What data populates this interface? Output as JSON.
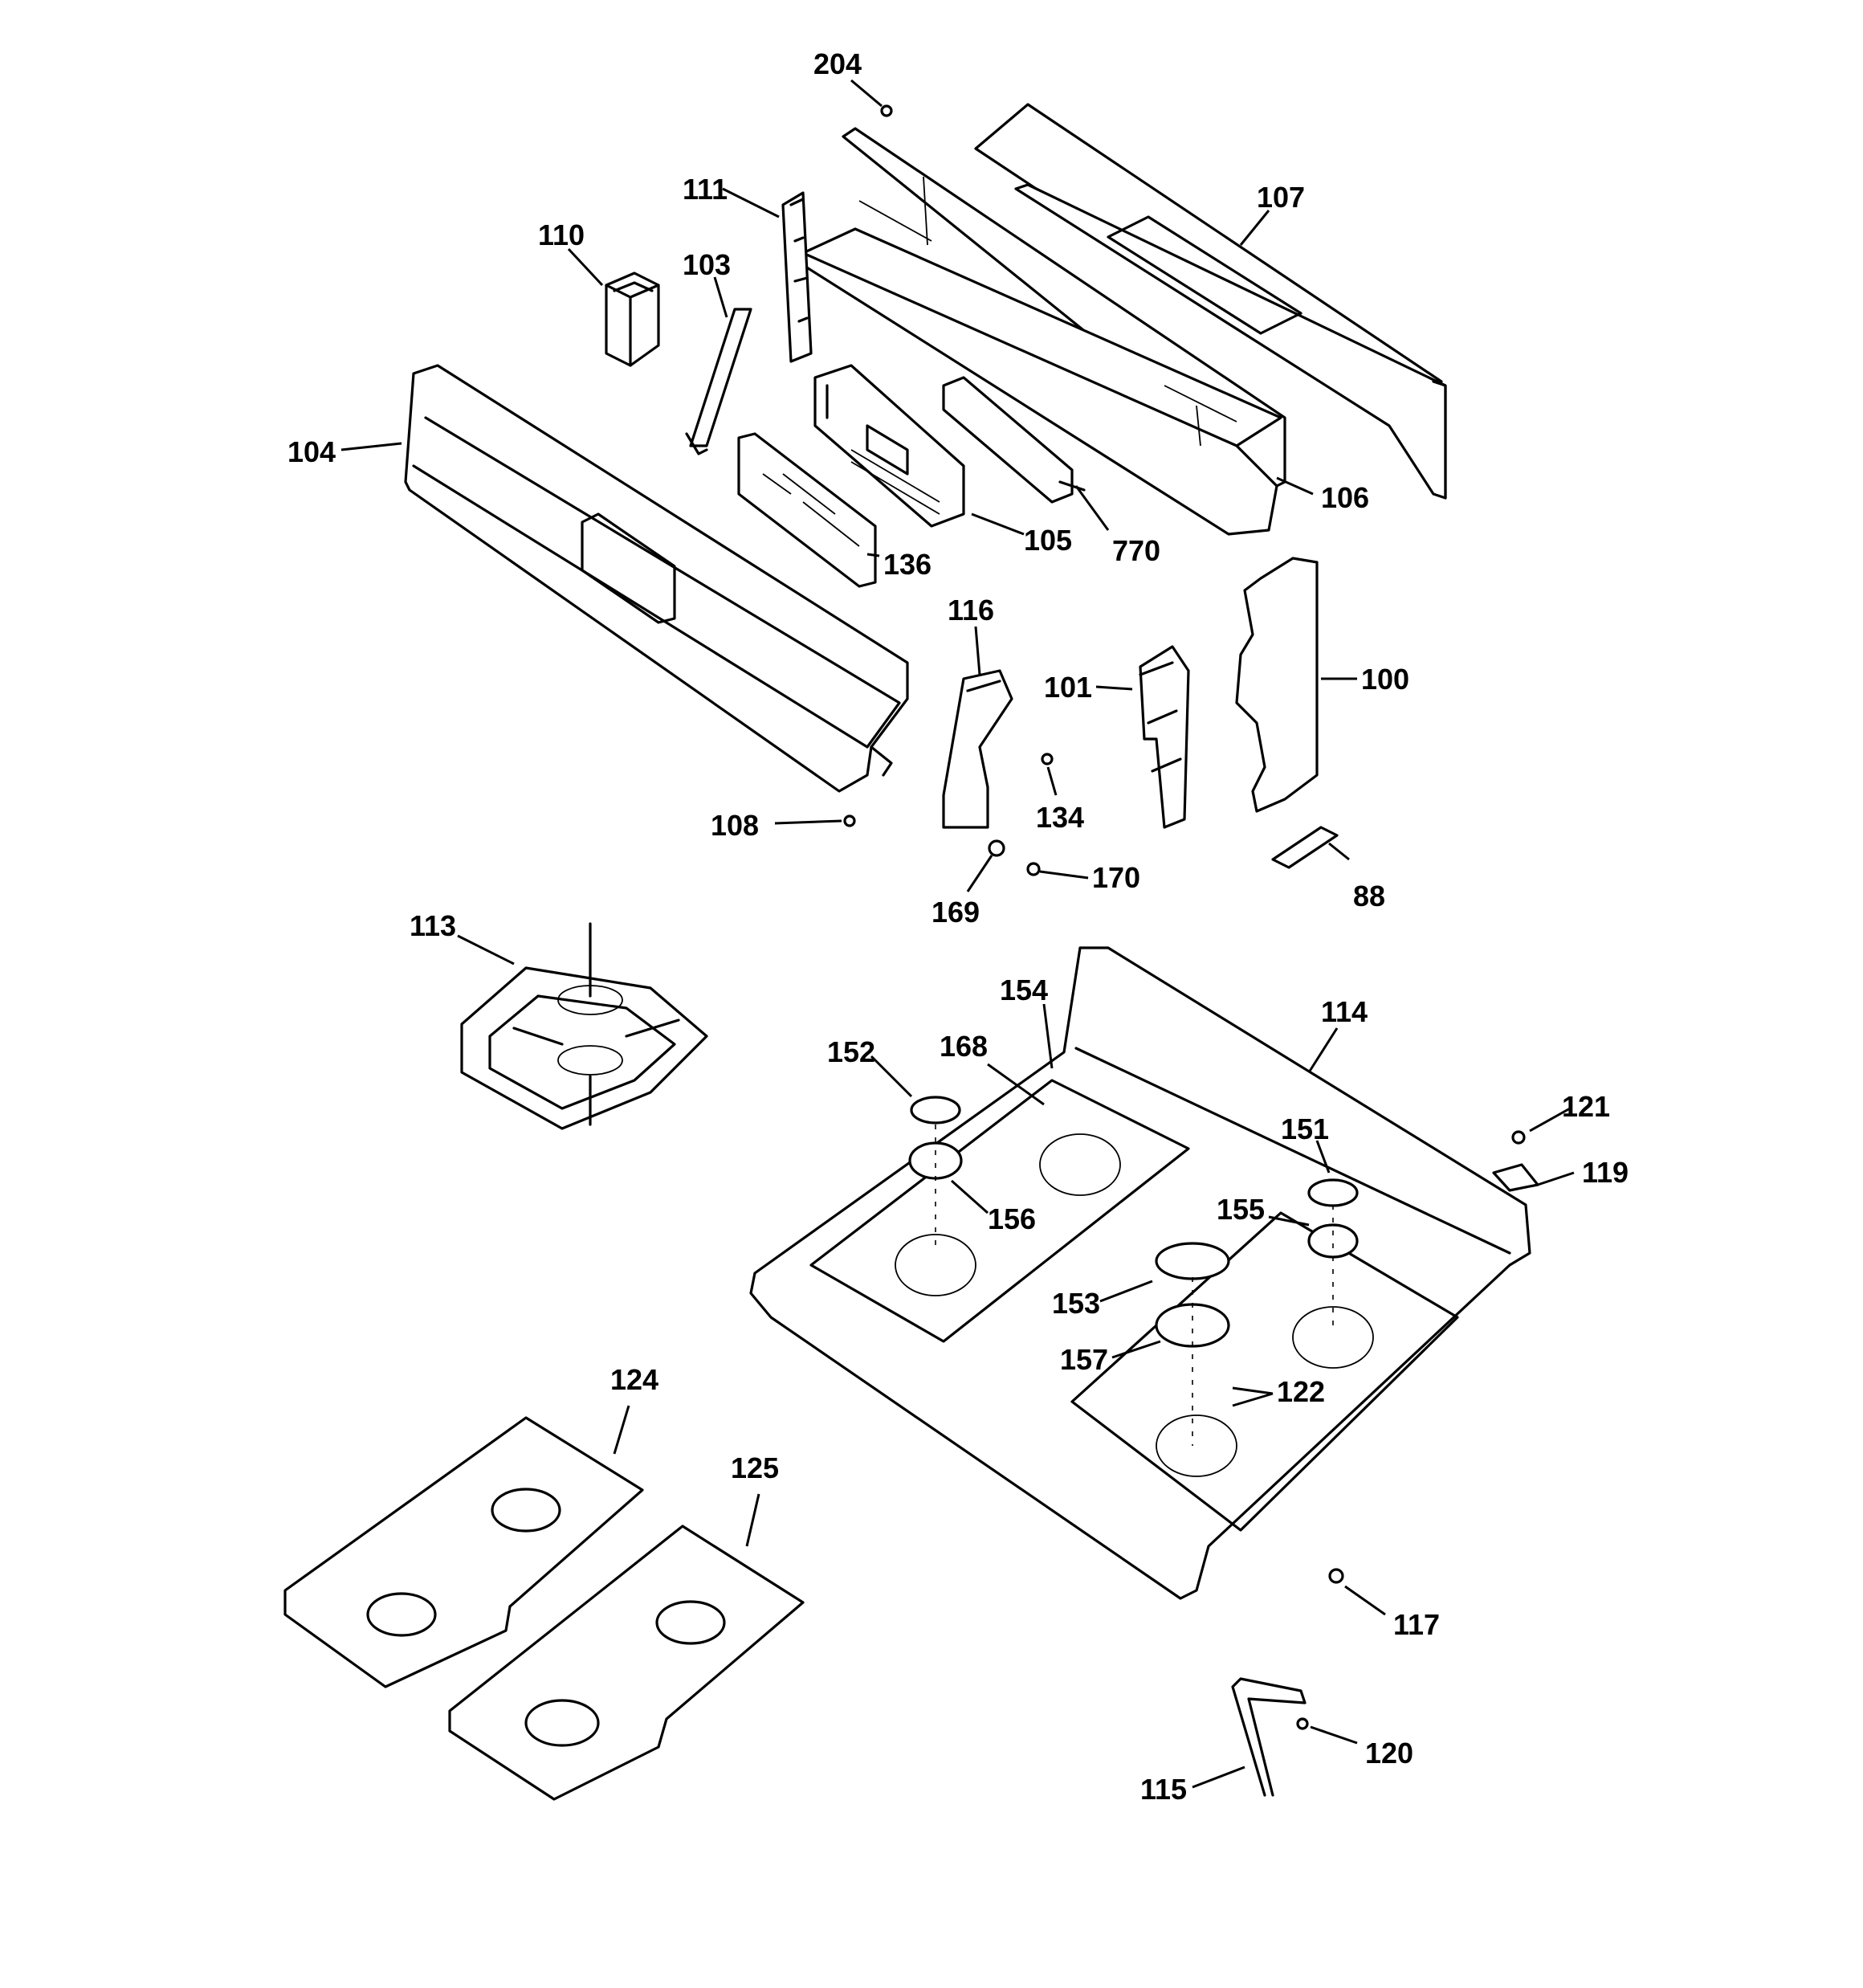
{
  "labels": {
    "p204": "204",
    "p107": "107",
    "p111": "111",
    "p110": "110",
    "p103": "103",
    "p104": "104",
    "p106": "106",
    "p105": "105",
    "p770": "770",
    "p136": "136",
    "p116": "116",
    "p101": "101",
    "p100": "100",
    "p134": "134",
    "p108": "108",
    "p170": "170",
    "p169": "169",
    "p88": "88",
    "p113": "113",
    "p154": "154",
    "p114": "114",
    "p152": "152",
    "p168": "168",
    "p121": "121",
    "p151": "151",
    "p119": "119",
    "p156": "156",
    "p155": "155",
    "p153": "153",
    "p157": "157",
    "p122": "122",
    "p124": "124",
    "p125": "125",
    "p117": "117",
    "p120": "120",
    "p115": "115"
  },
  "colors": {
    "line": "#000000",
    "background": "#ffffff"
  }
}
